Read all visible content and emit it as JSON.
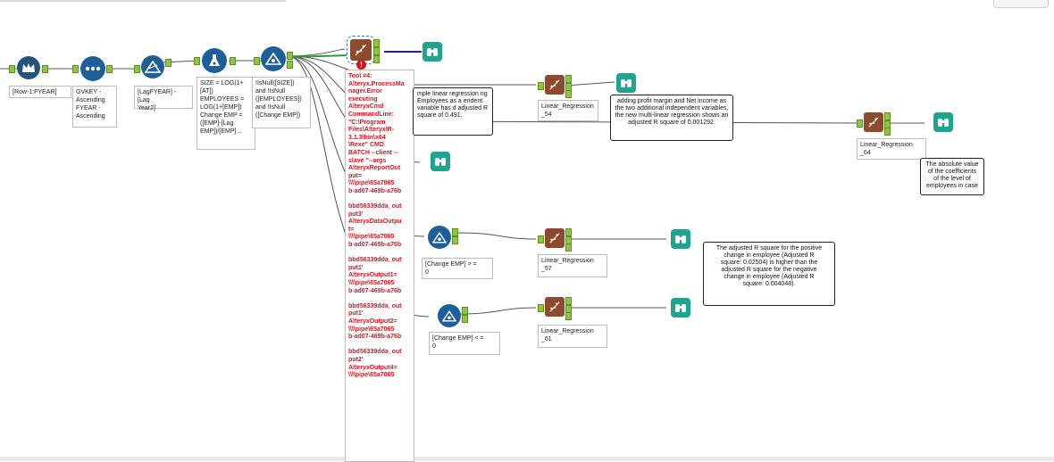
{
  "tools": {
    "sample_label": "[Row-1:FYEAR]",
    "sort_label": "GVKEY -\nAscending\nFYEAR -\nAscending",
    "formula1_label": "[LagFYEAR] - [Lag\nYear2]",
    "formula2_label": "SIZE = LOG(1+\n[AT])\nEMPLOYEES =\nLOG(1+[EMP])\nChange EMP =\n([EMP]-[Lag\nEMP])/[EMP]...",
    "filter1_label": "!IsNull([SIZE])\nand !IsNull\n([EMPLOYEES])\nand !IsNull\n([Change EMP])",
    "filter_pos_label": "[Change EMP] > =\n0",
    "filter_neg_label": "[Change EMP] < =\n0",
    "lr54_label": "Linear_Regression\n_54",
    "lr64_label": "Linear_Regression\n_64",
    "lr57_label": "Linear_Regression\n_57",
    "lr61_label": "Linear_Regression\n_61"
  },
  "error_text": "Tool #4:\nAlteryx.ProcessMa\nnager.Error\nexecuting\nAlteryxCmd\nCommandLine:\n\"C:\\Program\nFiles\\Alteryx\\R-\n3.1.3\\bin\\x64\n\\Rexe\" CMD\nBATCH --client --\nslave \"--args\nAlteryxReportOut\nput=\n\\\\\\\\pipe\\65a7065\nb-ad07-469b-a76b\n\nbbd56339dda_out\nput3'\nAlteryxDataOutpu\nt=\n\\\\\\\\pipe\\65a7065\nb-ad07-469b-a76b\n\nbbd56339dda_out\nput1'\nAlteryxOutput1=\n\\\\\\\\pipe\\65a7065\nb-ad07-469b-a76b\n\nbbd56339dda_out\nput1'\nAlteryxOutput2=\n\\\\\\\\pipe\\65a7065\nb-ad07-469b-a76b\n\nbbd56339dda_out\nput2'\nAlteryxOutput4=\n\\\\\\\\pipe\\65a7065",
  "notes": {
    "simple_lr": "mple linear regression\nng Employees as a\nendent variable has\nd adjusted R square of\n0.491.",
    "profit_margin": "adding profit margin and Net\nincome as the two additional\nindependent variables, the new\nmulti-linear regression shows an\nadjusted R square of 0.001292.",
    "absolute_value": "The absolute\nvalue of the\ncoefficients of the\nlevel of\nemployees in case",
    "adjusted_r": "The adjusted R square for the positive\nchange in employee (Adjusted R\nsquare: 0.02504) is higher than the\nadjusted R square for the negative\nchange in employee (Adjusted R\nsquare: 0.004048)."
  },
  "colors": {
    "blue_tool": "#1f5f99",
    "teal_browse": "#1fa48f",
    "brown_regression": "#8c4a2f",
    "error_red": "#e2101d",
    "anchor_green": "#8dc63f"
  },
  "icons": {
    "input": "crown-icon",
    "sort": "dots-icon",
    "formula": "triangle-icon",
    "summarize": "flask-icon",
    "filter": "triangle-filter-icon",
    "regression": "regression-icon",
    "browse": "binoculars-icon",
    "error": "error-icon"
  }
}
